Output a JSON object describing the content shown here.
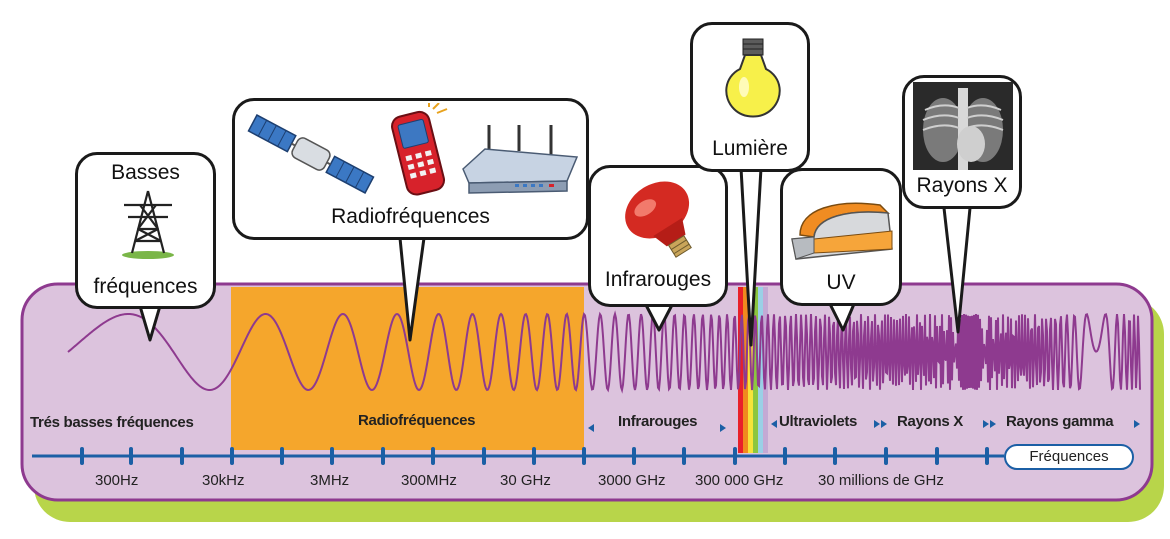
{
  "bubbles": {
    "basses": {
      "line1": "Basses",
      "line2": "fréquences",
      "icon": "pylon-icon"
    },
    "radio": {
      "label": "Radiofréquences",
      "icons": [
        "satellite-icon",
        "mobile-phone-icon",
        "wifi-router-icon"
      ]
    },
    "infrarouges": {
      "label": "Infrarouges",
      "icon": "infrared-lamp-icon"
    },
    "lumiere": {
      "label": "Lumière",
      "icon": "light-bulb-icon"
    },
    "uv": {
      "label": "UV",
      "icon": "tanning-bed-icon"
    },
    "rayonsx": {
      "label": "Rayons X",
      "icon": "xray-chest-icon"
    }
  },
  "regions": {
    "tres_basses": "Trés basses fréquences",
    "radio": "Radiofréquences",
    "infrarouges": "Infrarouges",
    "ultraviolets": "Ultraviolets",
    "rayons_x": "Rayons X",
    "rayons_gamma": "Rayons gamma"
  },
  "axis": {
    "name": "Fréquences",
    "ticks": [
      "300Hz",
      "30kHz",
      "3MHz",
      "300MHz",
      "30 GHz",
      "3000 GHz",
      "300 000 GHz",
      "30 millions de GHz"
    ]
  },
  "colors": {
    "panel_fill": "#dcc3dd",
    "panel_border": "#8e3a8f",
    "panel_shadow": "#b8d54a",
    "radio_band": "#f5a62c",
    "wave": "#8e3a8f",
    "axis": "#1b5fa5",
    "visible_spectrum": [
      "#e8202a",
      "#f08a1e",
      "#f6e43a",
      "#8cc63f",
      "#9ad0e6",
      "#c4a9d4"
    ]
  }
}
